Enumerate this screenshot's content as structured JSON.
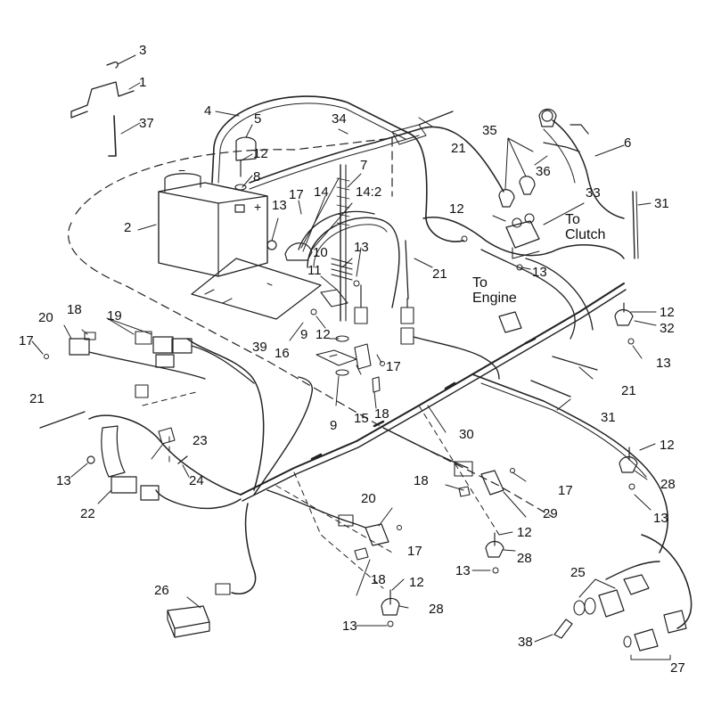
{
  "callouts": {
    "c1": "1",
    "c2": "2",
    "c3": "3",
    "c4": "4",
    "c5": "5",
    "c6": "6",
    "c7": "7",
    "c8": "8",
    "c9a": "9",
    "c9b": "9",
    "c10": "10",
    "c11": "11",
    "c12a": "12",
    "c12b": "12",
    "c12c": "12",
    "c12d": "12",
    "c12e": "12",
    "c12f": "12",
    "c12g": "12",
    "c13a": "13",
    "c13b": "13",
    "c13c": "13",
    "c13d": "13",
    "c13e": "13",
    "c13f": "13",
    "c13g": "13",
    "c13h": "13",
    "c14": "14",
    "c14_2": "14:2",
    "c15": "15",
    "c16": "16",
    "c17a": "17",
    "c17b": "17",
    "c17c": "17",
    "c17d": "17",
    "c17e": "17",
    "c18a": "18",
    "c18b": "18",
    "c18c": "18",
    "c18d": "18",
    "c19": "19",
    "c20a": "20",
    "c20b": "20",
    "c21a": "21",
    "c21b": "21",
    "c21c": "21",
    "c21d": "21",
    "c22": "22",
    "c23": "23",
    "c24": "24",
    "c25": "25",
    "c26": "26",
    "c27": "27",
    "c28a": "28",
    "c28b": "28",
    "c28c": "28",
    "c29": "29",
    "c30": "30",
    "c31a": "31",
    "c31b": "31",
    "c32": "32",
    "c33": "33",
    "c34": "34",
    "c35": "35",
    "c36": "36",
    "c37": "37",
    "c38": "38",
    "c39": "39"
  },
  "notes": {
    "to_clutch_1": "To",
    "to_clutch_2": "Clutch",
    "to_engine_1": "To",
    "to_engine_2": "Engine"
  },
  "battery": {
    "minus": "−",
    "plus": "+"
  }
}
